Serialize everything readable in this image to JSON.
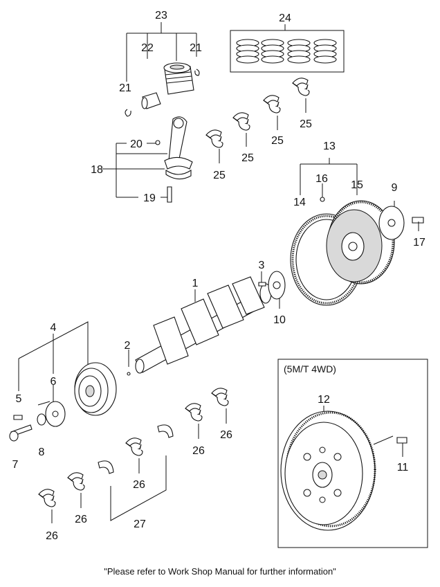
{
  "callouts": {
    "n1": "1",
    "n2": "2",
    "n3": "3",
    "n4": "4",
    "n5": "5",
    "n6": "6",
    "n7": "7",
    "n8": "8",
    "n9": "9",
    "n10": "10",
    "n11": "11",
    "n12": "12",
    "n13": "13",
    "n14": "14",
    "n15": "15",
    "n16": "16",
    "n17": "17",
    "n18": "18",
    "n19": "19",
    "n20": "20",
    "n21": "21",
    "n22": "22",
    "n23": "23",
    "n24": "24",
    "n25": "25",
    "n26": "26",
    "n27": "27"
  },
  "inset": {
    "title": "(5M/T 4WD)"
  },
  "footnote": "\"Please refer to Work Shop Manual for further information\""
}
